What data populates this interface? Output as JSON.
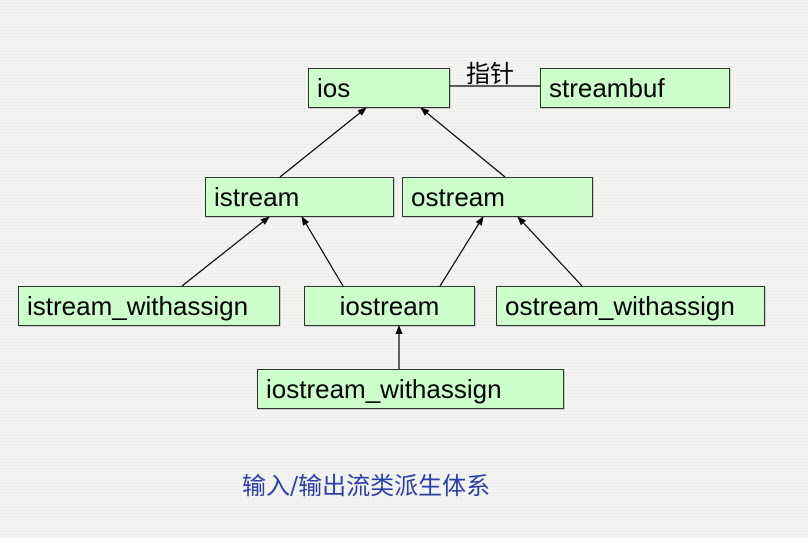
{
  "diagram": {
    "nodes": {
      "ios": "ios",
      "streambuf": "streambuf",
      "istream": "istream",
      "ostream": "ostream",
      "istream_withassign": "istream_withassign",
      "iostream": "iostream",
      "ostream_withassign": "ostream_withassign",
      "iostream_withassign": "iostream_withassign"
    },
    "edges": [
      {
        "from": "istream",
        "to": "ios"
      },
      {
        "from": "ostream",
        "to": "ios"
      },
      {
        "from": "istream_withassign",
        "to": "istream"
      },
      {
        "from": "iostream",
        "to": "istream"
      },
      {
        "from": "iostream",
        "to": "ostream"
      },
      {
        "from": "ostream_withassign",
        "to": "ostream"
      },
      {
        "from": "iostream_withassign",
        "to": "iostream"
      },
      {
        "from": "ios",
        "to": "streambuf",
        "label": "指针"
      }
    ],
    "pointer_label": "指针",
    "caption": "输入/输出流类派生体系",
    "colors": {
      "node_fill": "#ccffcc",
      "node_border": "#333333",
      "edge": "#000000",
      "caption": "#2b3fa8"
    }
  }
}
